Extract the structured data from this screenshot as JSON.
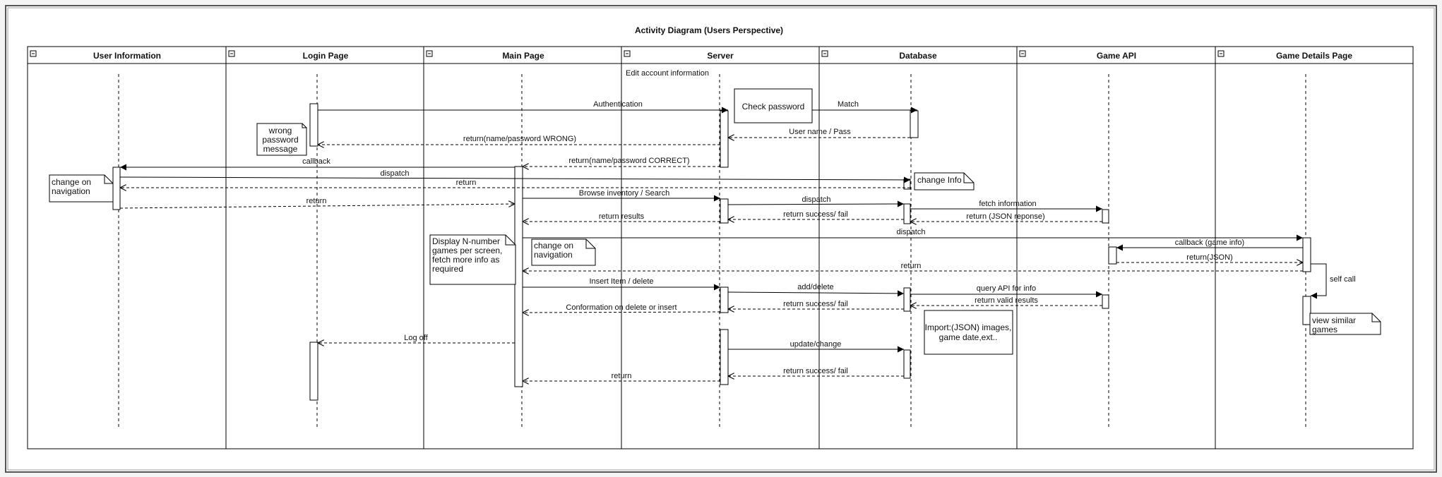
{
  "diagram": {
    "title": "Activity Diagram (Users Perspective)",
    "lanes": [
      "User Information",
      "Login Page",
      "Main Page",
      "Server",
      "Database",
      "Game API",
      "Game Details Page"
    ],
    "top_label": "Edit account information",
    "check_password": "Check password",
    "notes": {
      "wrong_password": [
        "wrong",
        "password",
        "message"
      ],
      "change_nav_left": [
        "change on",
        "navigation"
      ],
      "change_info": [
        "change Info"
      ],
      "display_games": [
        "Display N-number",
        "games per screen,",
        "fetch more info as",
        "required"
      ],
      "change_nav_main": [
        "change on",
        "navigation"
      ],
      "import_json": [
        "Import:(JSON) images,",
        "game date,ext.."
      ],
      "view_similar": [
        "view similar",
        "games"
      ]
    },
    "messages": {
      "authentication": "Authentication",
      "match": "Match",
      "user_name_pass": "User name / Pass",
      "return_wrong": "return(name/password WRONG)",
      "return_correct": "return(name/password CORRECT)",
      "callback": "callback",
      "dispatch_1": "dispatch",
      "return_1": "return",
      "return_2": "return",
      "browse": "Browse inventory / Search",
      "dispatch_2": "dispatch",
      "fetch_info": "fetch information",
      "return_results": "return results",
      "return_success_fail_1": "return success/ fail",
      "return_json_response": "return (JSON reponse)",
      "dispatch_3": "dispatch",
      "callback_game_info": "callback (game info)",
      "return_json": "return(JSON)",
      "return_3": "return",
      "self_call": "self call",
      "insert_delete": "Insert Item / delete",
      "add_delete": "add/delete",
      "query_api": "query API for info",
      "return_valid": "return valid results",
      "return_success_fail_2": "return success/ fail",
      "conformation": "Conformation on delete or insert",
      "log_off": "Log off",
      "update_change": "update/change",
      "return_success_fail_3": "return success/ fail",
      "return_4": "return"
    }
  }
}
